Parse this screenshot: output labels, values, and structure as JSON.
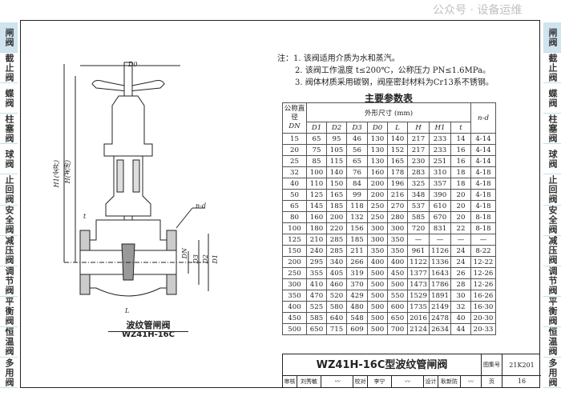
{
  "tabs": [
    "闸阀",
    "截止阀",
    "蝶阀",
    "柱塞阀",
    "球阀",
    "止回阀",
    "安全阀",
    "减压阀",
    "调节阀",
    "平衡阀",
    "恒温阀",
    "多用阀"
  ],
  "active_tab": "闸阀",
  "notes": [
    "注：1. 该阀适用介质为水和蒸汽。",
    "2. 该阀工作温度 t≤200℃，公称压力 PN≤1.6MPa。",
    "3. 阀体材质采用碳钢，阀座密封材料为Cr13系不锈钢。"
  ],
  "table": {
    "title": "主要参数表",
    "dn_header": "公称直径",
    "dn_sym": "DN",
    "dims_header": "外形尺寸 (mm)",
    "nd_header": "n-d",
    "columns": [
      "D1",
      "D2",
      "D3",
      "D0",
      "L",
      "H",
      "H1",
      "t"
    ],
    "rows": [
      [
        "15",
        "65",
        "95",
        "46",
        "130",
        "140",
        "217",
        "233",
        "14",
        "4-14"
      ],
      [
        "20",
        "75",
        "105",
        "56",
        "130",
        "152",
        "217",
        "233",
        "16",
        "4-14"
      ],
      [
        "25",
        "85",
        "115",
        "65",
        "130",
        "165",
        "230",
        "251",
        "16",
        "4-14"
      ],
      [
        "32",
        "100",
        "140",
        "76",
        "160",
        "178",
        "283",
        "310",
        "18",
        "4-18"
      ],
      [
        "40",
        "110",
        "150",
        "84",
        "200",
        "196",
        "325",
        "357",
        "18",
        "4-18"
      ],
      [
        "50",
        "125",
        "165",
        "99",
        "200",
        "216",
        "348",
        "390",
        "20",
        "4-18"
      ],
      [
        "65",
        "145",
        "185",
        "118",
        "250",
        "270",
        "537",
        "610",
        "20",
        "4-18"
      ],
      [
        "80",
        "160",
        "200",
        "132",
        "250",
        "280",
        "585",
        "670",
        "20",
        "8-18"
      ],
      [
        "100",
        "180",
        "220",
        "156",
        "300",
        "300",
        "720",
        "831",
        "22",
        "8-18"
      ],
      [
        "125",
        "210",
        "285",
        "185",
        "300",
        "350",
        "—",
        "—",
        "—",
        "—"
      ],
      [
        "150",
        "240",
        "285",
        "211",
        "350",
        "350",
        "961",
        "1126",
        "24",
        "8-22"
      ],
      [
        "200",
        "295",
        "340",
        "266",
        "400",
        "400",
        "1122",
        "1336",
        "24",
        "12-22"
      ],
      [
        "250",
        "355",
        "405",
        "319",
        "500",
        "450",
        "1377",
        "1643",
        "26",
        "12-26"
      ],
      [
        "300",
        "410",
        "460",
        "370",
        "500",
        "500",
        "1473",
        "1786",
        "28",
        "12-26"
      ],
      [
        "350",
        "470",
        "520",
        "429",
        "500",
        "550",
        "1529",
        "1891",
        "30",
        "16-26"
      ],
      [
        "400",
        "525",
        "580",
        "480",
        "500",
        "600",
        "1735",
        "2149",
        "32",
        "16-30"
      ],
      [
        "450",
        "585",
        "640",
        "548",
        "500",
        "650",
        "2016",
        "2478",
        "40",
        "20-30"
      ],
      [
        "500",
        "650",
        "715",
        "609",
        "500",
        "700",
        "2124",
        "2634",
        "44",
        "20-33"
      ]
    ]
  },
  "drawing": {
    "caption": "波纹管闸阀",
    "model": "WZ41H-16C",
    "labels": {
      "d0": "D0",
      "h1": "H1(全开)",
      "h": "H(关闭)",
      "nd": "n-d",
      "t": "t",
      "dn": "DN",
      "d3": "D3",
      "d2": "D2",
      "d1": "D1",
      "l": "L"
    }
  },
  "title_block": {
    "title": "WZ41H-16C型波纹管闸阀",
    "atlas_label": "图集号",
    "atlas_no": "21K201",
    "review": "审核",
    "reviewer": "刘秀敏",
    "check": "校对",
    "checker": "李宁",
    "design": "设计",
    "designer": "耿新防",
    "page_label": "页",
    "page_no": "16"
  },
  "watermark": "公众号 · 设备运维"
}
